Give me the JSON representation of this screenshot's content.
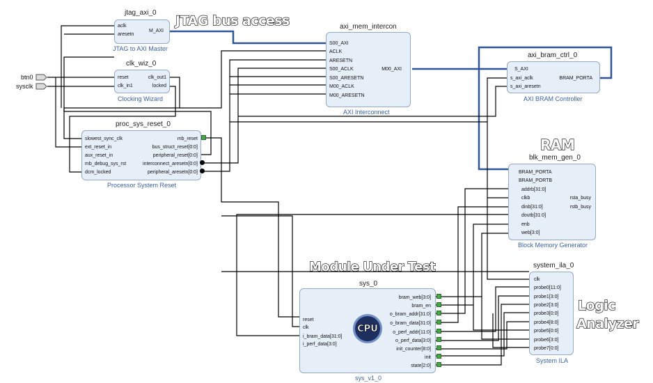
{
  "external_ports": [
    "btn0",
    "sysclk"
  ],
  "annotations": {
    "jtag": "JTAG bus access",
    "ram": "RAM",
    "mut": "Module Under Test",
    "la_line1": "Logic",
    "la_line2": "Analyzer",
    "cpu": "CPU"
  },
  "blocks": {
    "jtag_axi": {
      "title": "jtag_axi_0",
      "subtitle": "JTAG to AXI Master",
      "inputs": [
        "aclk",
        "aresetn"
      ],
      "outputs": [
        "M_AXI"
      ]
    },
    "clk_wiz": {
      "title": "clk_wiz_0",
      "subtitle": "Clocking Wizard",
      "inputs": [
        "reset",
        "clk_in1"
      ],
      "outputs": [
        "clk_out1",
        "locked"
      ]
    },
    "proc_sys_reset": {
      "title": "proc_sys_reset_0",
      "subtitle": "Processor System Reset",
      "inputs": [
        "slowest_sync_clk",
        "ext_reset_in",
        "aux_reset_in",
        "mb_debug_sys_rst",
        "dcm_locked"
      ],
      "outputs": [
        "mb_reset",
        "bus_struct_reset[0:0]",
        "peripheral_reset[0:0]",
        "interconnect_aresetn[0:0]",
        "peripheral_aresetn[0:0]"
      ]
    },
    "axi_mem_intercon": {
      "title": "axi_mem_intercon",
      "subtitle": "AXI Interconnect",
      "inputs": [
        "S00_AXI",
        "ACLK",
        "ARESETN",
        "S00_ACLK",
        "S00_ARESETN",
        "M00_ACLK",
        "M00_ARESETN"
      ],
      "outputs": [
        "M00_AXI"
      ]
    },
    "axi_bram_ctrl": {
      "title": "axi_bram_ctrl_0",
      "subtitle": "AXI BRAM Controller",
      "inputs": [
        "S_AXI",
        "s_axi_aclk",
        "s_axi_aresetn"
      ],
      "outputs": [
        "BRAM_PORTA"
      ]
    },
    "blk_mem_gen": {
      "title": "blk_mem_gen_0",
      "subtitle": "Block Memory Generator",
      "inputs": [
        "BRAM_PORTA",
        "BRAM_PORTB",
        "addrb[31:0]",
        "clkb",
        "dinb[31:0]",
        "doutb[31:0]",
        "enb",
        "web[3:0]"
      ],
      "outputs": [
        "rsta_busy",
        "rstb_busy"
      ]
    },
    "system_ila": {
      "title": "system_ila_0",
      "subtitle": "System ILA",
      "inputs": [
        "clk",
        "probe0[11:0]",
        "probe1[3:0]",
        "probe2[3:0]",
        "probe3[0:0]",
        "probe4[8:0]",
        "probe5[0:0]",
        "probe6[3:0]",
        "probe7[0:0]"
      ]
    },
    "sys": {
      "title": "sys_0",
      "subtitle": "sys_v1_0",
      "inputs": [
        "reset",
        "clk",
        "i_bram_data[31:0]",
        "i_perf_data[3:0]"
      ],
      "outputs": [
        "bram_web[3:0]",
        "bram_en",
        "o_bram_addr[31:0]",
        "o_bram_data[31:0]",
        "o_perf_addr[11:0]",
        "o_perf_data[3:0]",
        "init_counter[8:0]",
        "init",
        "state[2:0]"
      ]
    }
  },
  "colors": {
    "block_fill": "#e6eef8",
    "block_border": "#93a9c6",
    "bus": "#2f5597",
    "wire": "#000000",
    "subtitle": "#3a62a8"
  }
}
